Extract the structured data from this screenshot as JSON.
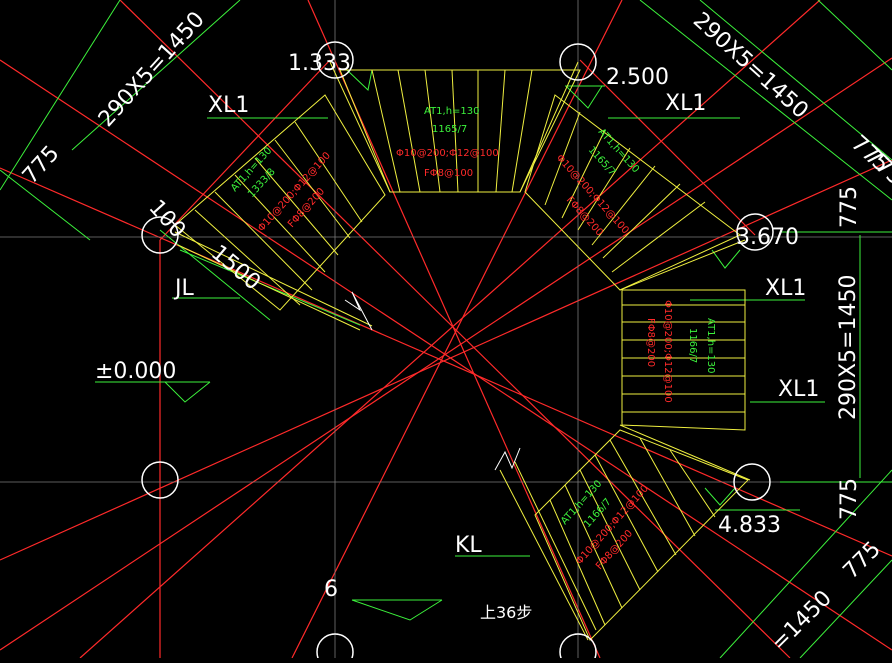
{
  "colors": {
    "background": "#000000",
    "axis_red": "#ff2a2a",
    "dim_green": "#3cf23c",
    "stair_yellow": "#f0f040",
    "text_white": "#ffffff",
    "rebar_red": "#ff2a2a"
  },
  "elevations": {
    "e1": "1.333",
    "e2": "2.500",
    "e3": "3.670",
    "e4": "4.833",
    "e0": "±0.000",
    "e6": "6"
  },
  "dimensions": {
    "top_left_diag": "290X5=1450",
    "top_right_diag": "290X5=1450",
    "right_vertical": "290X5=1450",
    "bottom_right_diag": "=1450",
    "d775_a": "775",
    "d775_b": "775",
    "d775_c": "775",
    "d775_d": "775",
    "d775_e": "775",
    "d775_f": "775",
    "d100": "100",
    "d1500": "1500"
  },
  "beam_labels": {
    "xl1_top_left": "XL1",
    "xl1_top_right": "XL1",
    "xl1_right_upper": "XL1",
    "xl1_right_lower": "XL1",
    "jl": "JL",
    "kl": "KL"
  },
  "stair_notes": {
    "top_type": "AT1,h=130",
    "top_span": "1165/7",
    "top_rebar": "Φ10@200;Φ12@100",
    "top_dist": "FΦ8@100",
    "tr_type": "AT1,h=130",
    "tr_span": "1165/7",
    "tr_rebar": "Φ10@200;Φ12@100",
    "tr_dist": "FΦ8@200",
    "tl_type": "AT1,h=130",
    "tl_span": "1333/8",
    "tl_rebar": "Φ10@200;Φ12@100",
    "tl_dist": "FΦ8@200",
    "r_type": "AT1,h=130",
    "r_span": "1166/7",
    "r_rebar": "Φ10@200;Φ12@100",
    "r_dist": "FΦ8@200",
    "br_type": "AT1,h=130",
    "br_span": "1166/7",
    "br_rebar": "Φ10@200;Φ12@100",
    "br_dist": "FΦ8@200"
  },
  "steps_note": "上36步"
}
